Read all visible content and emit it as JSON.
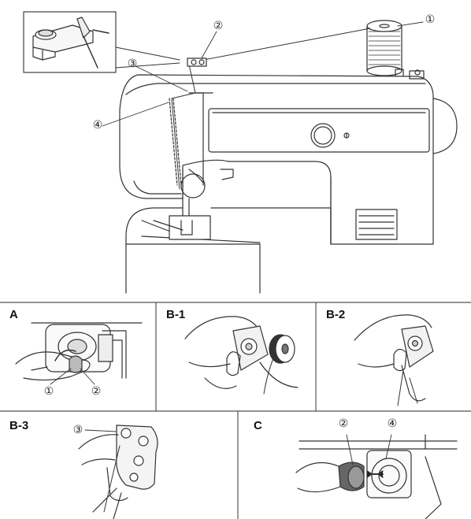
{
  "callouts": {
    "main_1": "①",
    "main_2": "②",
    "main_3": "③",
    "main_4": "④",
    "a_1": "①",
    "a_2": "②",
    "b3_3": "③",
    "c_2": "②",
    "c_4": "④"
  },
  "panels": {
    "a": "A",
    "b1": "B-1",
    "b2": "B-2",
    "b3": "B-3",
    "c": "C"
  },
  "colors": {
    "line": "#333333",
    "panel_border": "#555555",
    "dark_fill": "#222222",
    "light_fill": "#f4f4f4"
  }
}
